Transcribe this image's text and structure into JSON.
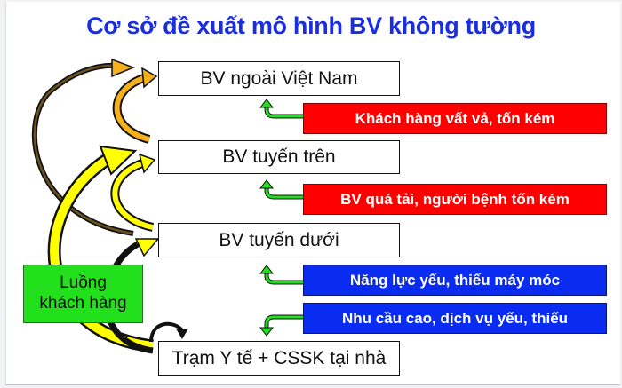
{
  "title": "Cơ sở đề xuất mô hình BV không tường",
  "levels": [
    {
      "label": "BV ngoài Việt Nam"
    },
    {
      "label": "BV tuyến trên"
    },
    {
      "label": "BV tuyến dưới"
    },
    {
      "label": "Trạm Y tế + CSSK tại nhà"
    }
  ],
  "causes": [
    {
      "label": "Khách hàng vất vả, tốn kém",
      "color": "#ff0000",
      "arrow": "up"
    },
    {
      "label": "BV quá tải, người bệnh tốn kém",
      "color": "#ff0000",
      "arrow": "up"
    },
    {
      "label": "Năng lực yếu, thiếu máy móc",
      "color": "#0a2cf0",
      "arrow": "up"
    },
    {
      "label": "Nhu cầu cao, dịch vụ yếu, thiếu",
      "color": "#0a2cf0",
      "arrow": "down"
    }
  ],
  "flow_box": {
    "line1": "Luồng",
    "line2": "khách hàng",
    "color": "#22e01c"
  },
  "arrow_colors": {
    "yellow": "#ffff00",
    "orange": "#f5b01c",
    "dark": "#3a2a10",
    "green": "#22dd22"
  }
}
